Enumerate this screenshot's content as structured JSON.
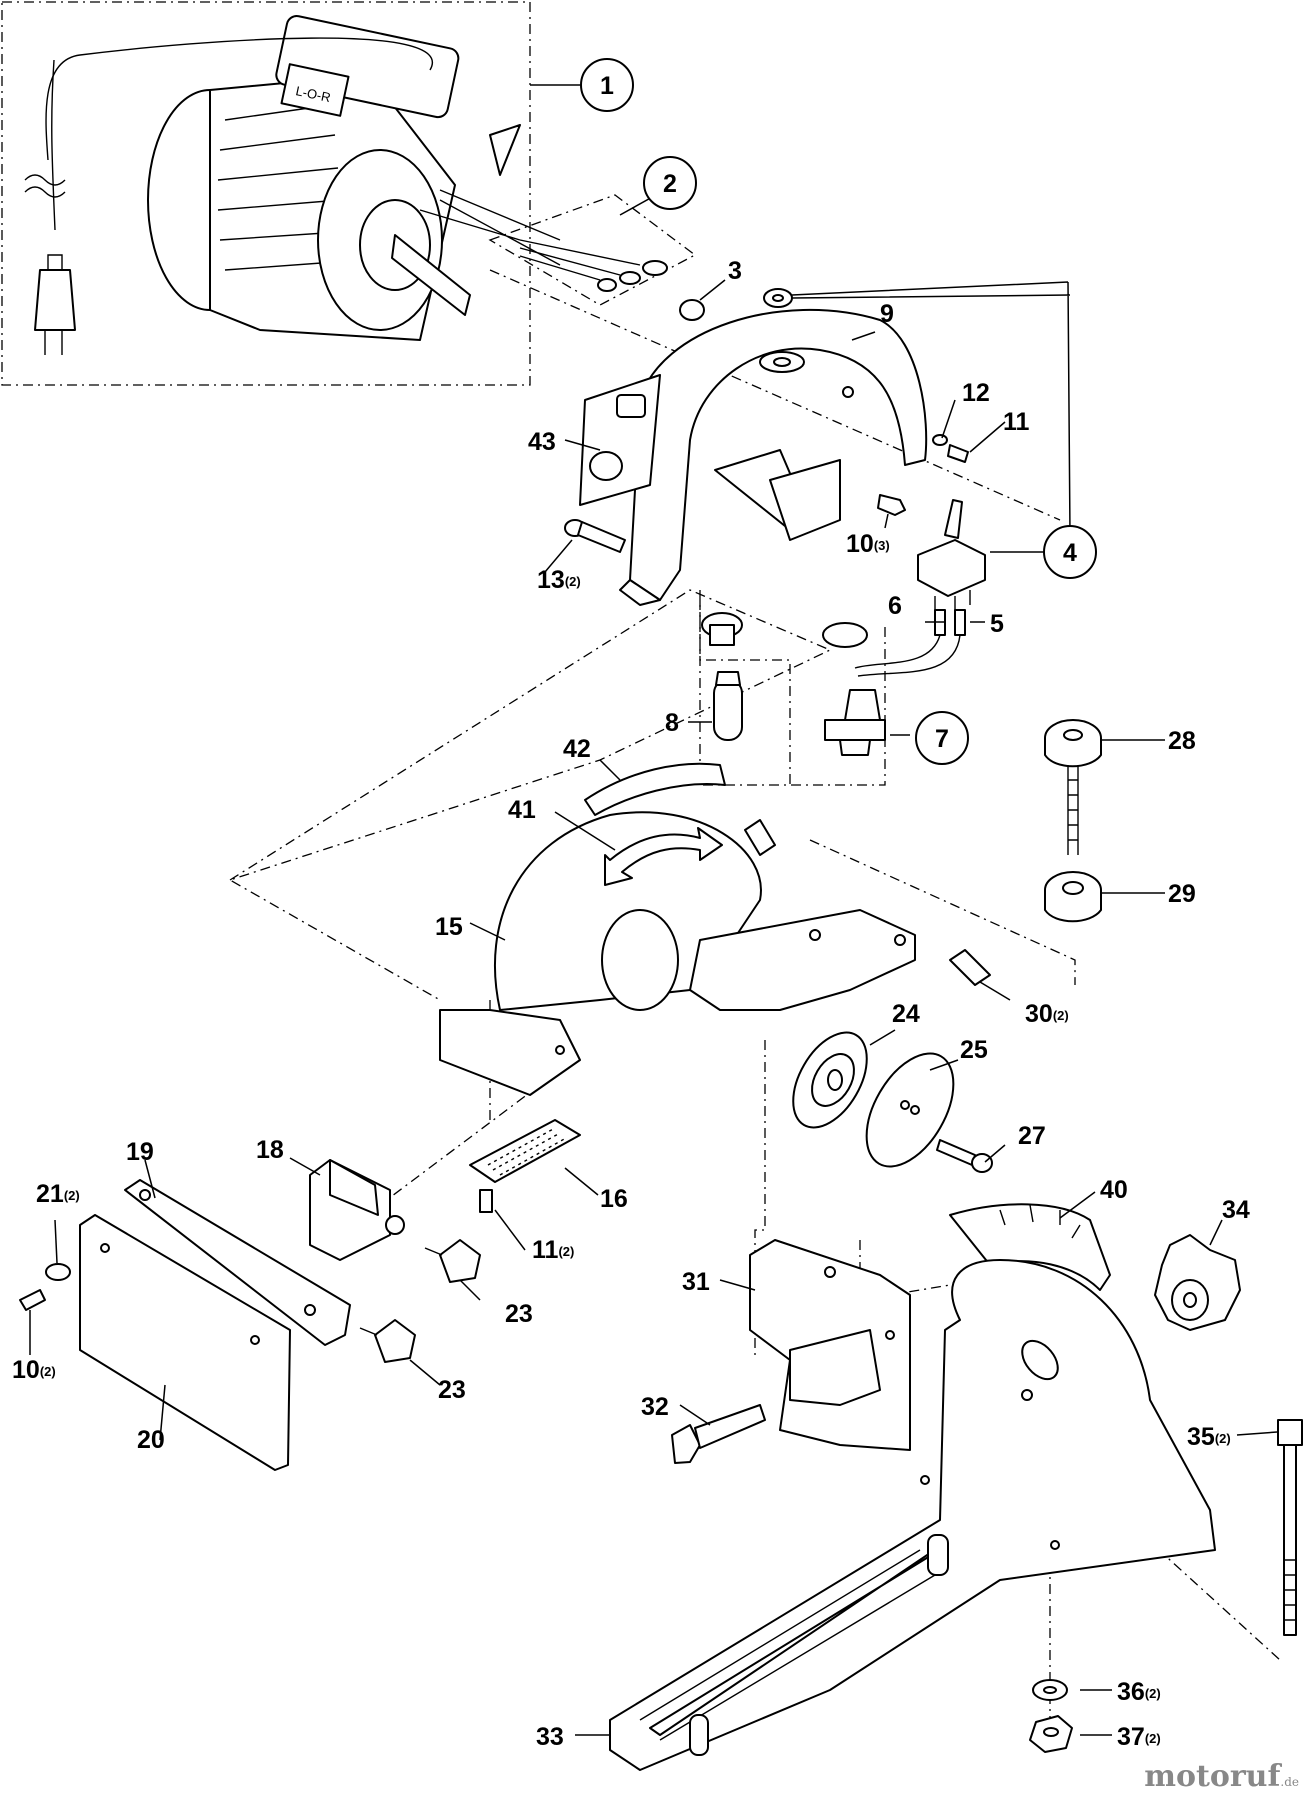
{
  "callouts": {
    "c1": "1",
    "c2": "2",
    "c3": "3",
    "c4": "4",
    "c5": "5",
    "c6": "6",
    "c7": "7",
    "c8": "8",
    "c9": "9",
    "c10a": "10",
    "c10a_q": "(3)",
    "c10b": "10",
    "c10b_q": "(2)",
    "c11a": "11",
    "c11b": "11",
    "c11b_q": "(2)",
    "c12": "12",
    "c13": "13",
    "c13_q": "(2)",
    "c15": "15",
    "c16": "16",
    "c18": "18",
    "c19": "19",
    "c20": "20",
    "c21": "21",
    "c21_q": "(2)",
    "c23a": "23",
    "c23b": "23",
    "c24": "24",
    "c25": "25",
    "c27": "27",
    "c28": "28",
    "c29": "29",
    "c30": "30",
    "c30_q": "(2)",
    "c31": "31",
    "c32": "32",
    "c33": "33",
    "c34": "34",
    "c35": "35",
    "c35_q": "(2)",
    "c36": "36",
    "c36_q": "(2)",
    "c37": "37",
    "c37_q": "(2)",
    "c40": "40",
    "c41": "41",
    "c42": "42",
    "c43": "43"
  },
  "motor_switch_text": "L-O-R",
  "watermark": {
    "brand": "motoruf",
    "tld": ".de"
  }
}
